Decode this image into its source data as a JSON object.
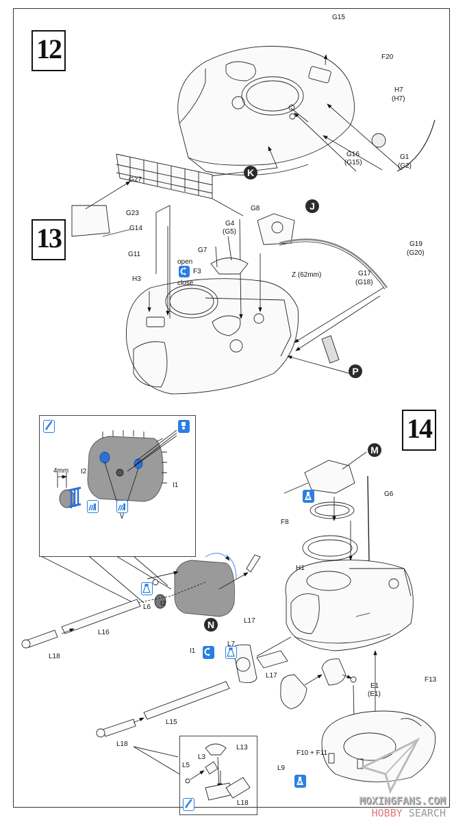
{
  "steps": [
    {
      "number": "12",
      "labels": {
        "g15": "G15",
        "f20": "F20",
        "h7": "H7",
        "h7_alt": "(H7)",
        "g16": "G16",
        "g16_alt": "(G15)",
        "g1": "G1",
        "g1_alt": "(G2)",
        "g27": "G27"
      },
      "subassembly_badges": [
        "K"
      ]
    },
    {
      "number": "13",
      "labels": {
        "g23": "G23",
        "g14": "G14",
        "g11": "G11",
        "h3": "H3",
        "g8": "G8",
        "g4": "G4",
        "g4_alt": "(G5)",
        "g7": "G7",
        "f3": "F3",
        "open": "open",
        "close": "close",
        "z": "Z (62mm)",
        "g19": "G19",
        "g19_alt": "(G20)",
        "g17": "G17",
        "g17_alt": "(G18)"
      },
      "subassembly_badges": [
        "J",
        "P"
      ]
    },
    {
      "number": "14",
      "labels": {
        "measure": "4mm",
        "i2_detail": "I2",
        "i1_detail": "I1",
        "l6": "L6",
        "l17_upper": "L17",
        "l7": "L7",
        "i1": "I1",
        "i2": "I2",
        "l16": "L16",
        "l18_upper": "L18",
        "g6": "G6",
        "f8": "F8",
        "h1": "H1",
        "l17_lower": "L17",
        "e1": "E1",
        "e1_alt": "(E1)",
        "f13": "F13",
        "f10_f11": "F10 + F11",
        "l9": "L9",
        "l15": "L15",
        "l18_lower": "L18",
        "l13": "L13",
        "l3": "L3",
        "l5": "L5",
        "l18_detail": "L18"
      },
      "subassembly_badges": [
        "M",
        "N"
      ]
    }
  ],
  "icons": {
    "paint_brush": "paint-brush-icon",
    "paint_color": "paint-color-icon",
    "rubber_part": "rubber-part-icon",
    "glue": "glue-bottle-icon",
    "no_glue": "no-glue-icon",
    "movable": "movable-part-icon"
  },
  "colors": {
    "instruction_blue": "#2a7fe0",
    "badge_dark": "#2b2b2b",
    "rubber_blue": "#2f6fd6"
  },
  "watermark": {
    "line1": "MOXINGFANS.COM",
    "line2_brand": "HOBBY",
    "line2_rest": " SEARCH"
  }
}
